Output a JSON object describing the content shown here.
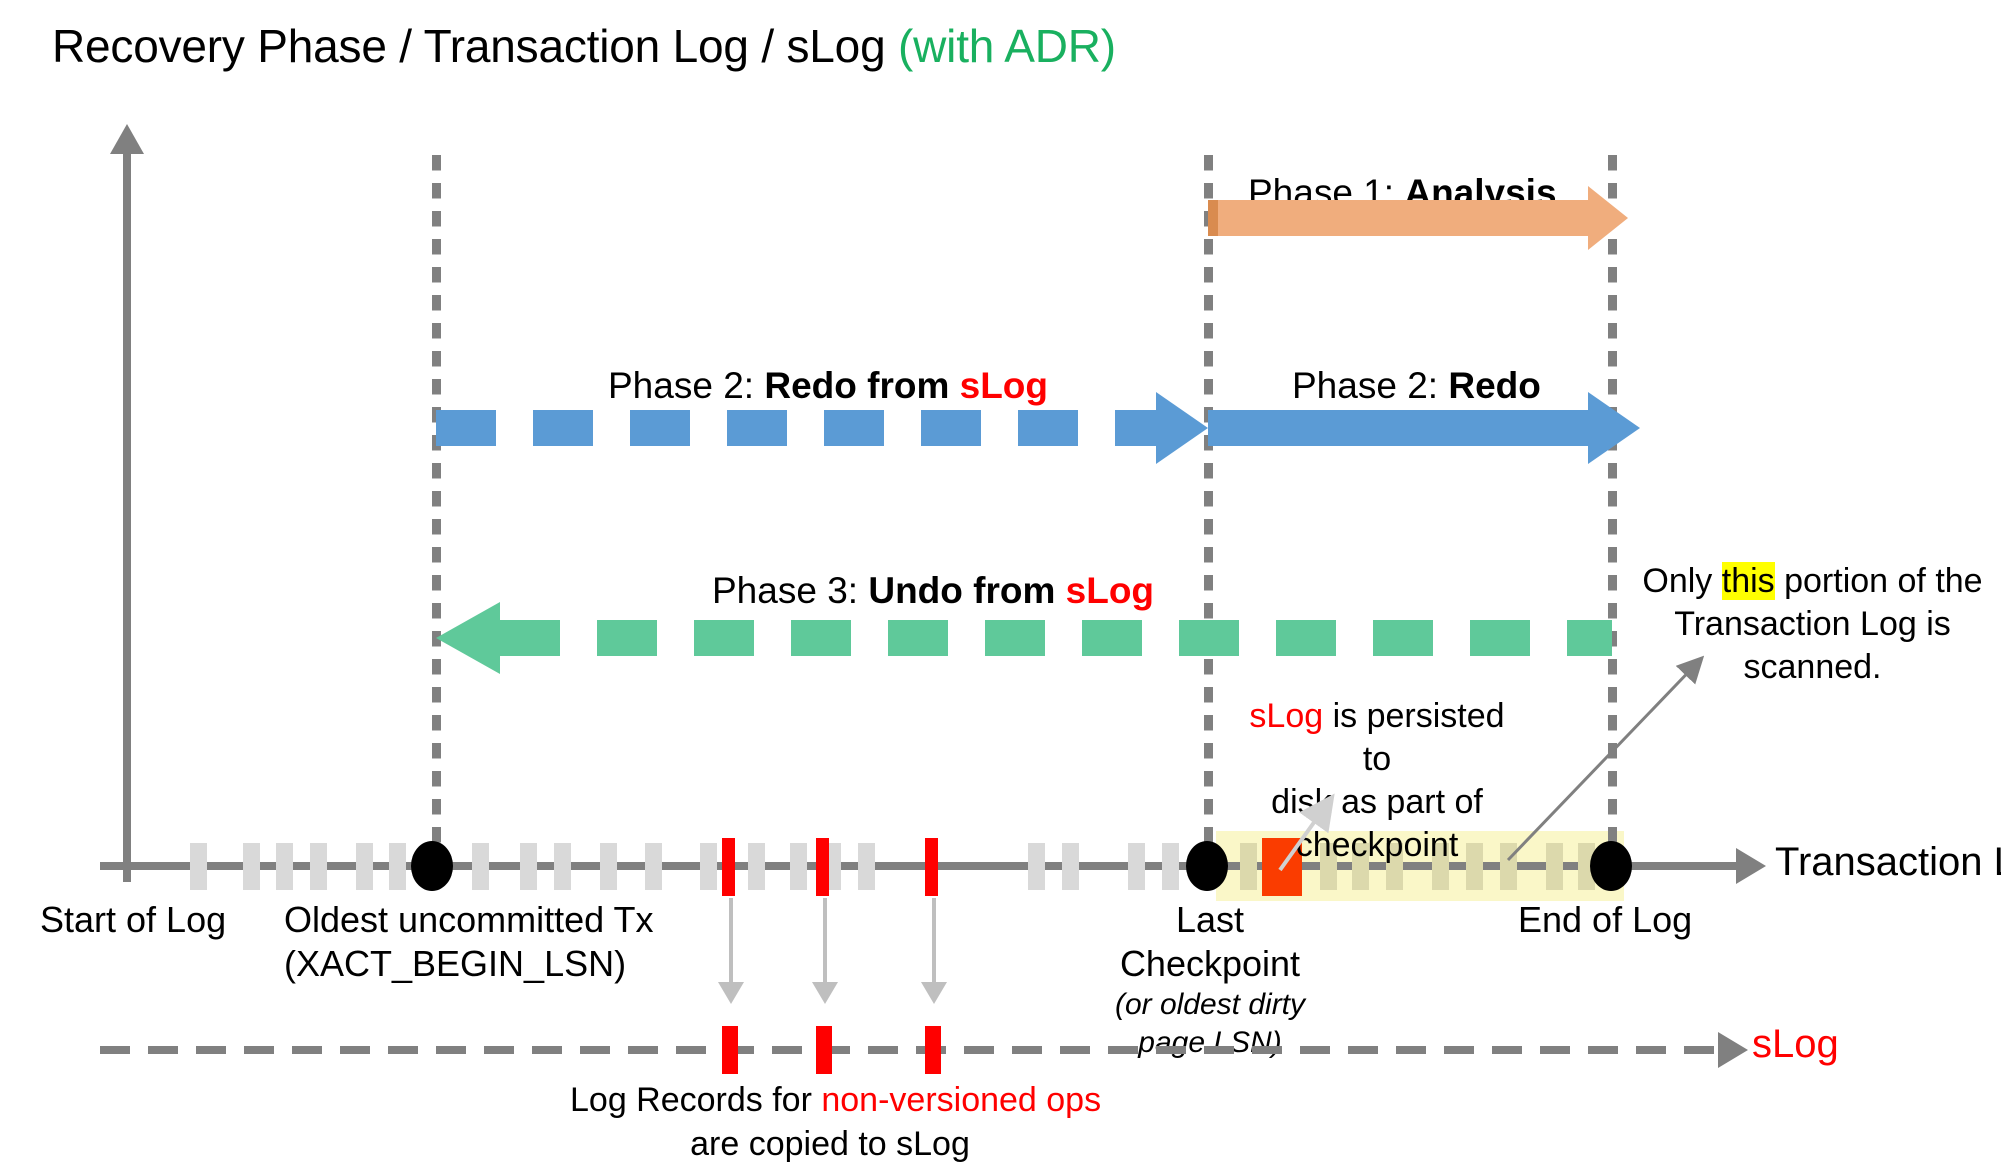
{
  "title": {
    "main": "Recovery Phase / Transaction Log / sLog ",
    "accent": "(with ADR)",
    "accent_color": "#19B05F"
  },
  "colors": {
    "analysis_arrow": "#F0AD7D",
    "redo_arrow": "#5B9BD5",
    "undo_arrow": "#5FC99A",
    "log_record": "#D9D9D9",
    "nonversioned_record": "#FF0000",
    "axis": "#808080",
    "scan_highlight": "#FAF7C8",
    "slog_text": "#FF0000",
    "highlight_yellow": "#FFFF00"
  },
  "phases": [
    {
      "id": "analysis",
      "label_prefix": "Phase 1: ",
      "label_bold": "Analysis",
      "label_suffix": "",
      "style": "solid",
      "direction": "right",
      "from": "Last Checkpoint",
      "to": "End of Log"
    },
    {
      "id": "redo-from-slog",
      "label_prefix": "Phase 2: ",
      "label_bold": "Redo from ",
      "label_slog": "sLog",
      "style": "dashed",
      "direction": "right",
      "from": "Oldest uncommitted Tx",
      "to": "Last Checkpoint"
    },
    {
      "id": "redo",
      "label_prefix": "Phase 2: ",
      "label_bold": "Redo",
      "style": "solid",
      "direction": "right",
      "from": "Last Checkpoint",
      "to": "End of Log"
    },
    {
      "id": "undo-from-slog",
      "label_prefix": "Phase 3: ",
      "label_bold": "Undo from ",
      "label_slog": "sLog",
      "style": "dashed",
      "direction": "left",
      "from": "End of Log",
      "to": "Oldest uncommitted Tx"
    }
  ],
  "axis": {
    "transaction_log_label": "Transaction Log",
    "slog_label": "sLog",
    "start_of_log": "Start of Log",
    "oldest_tx_line1": "Oldest uncommitted Tx",
    "oldest_tx_line2": "(XACT_BEGIN_LSN)",
    "last_checkpoint": "Last Checkpoint",
    "last_checkpoint_sub": "(or oldest dirty page LSN)",
    "end_of_log": "End of Log"
  },
  "callouts": {
    "scan_note": {
      "pre": "Only ",
      "highlight": "this",
      "post": " portion of the",
      "line2": "Transaction Log is scanned."
    },
    "checkpoint_note": {
      "slog": "sLog",
      "rest": " is persisted to",
      "line2": "disk as part of",
      "line3": "checkpoint"
    },
    "bottom_note": {
      "pre": "Log Records for ",
      "red": "non-versioned ops",
      "line2": "are copied to sLog"
    }
  }
}
